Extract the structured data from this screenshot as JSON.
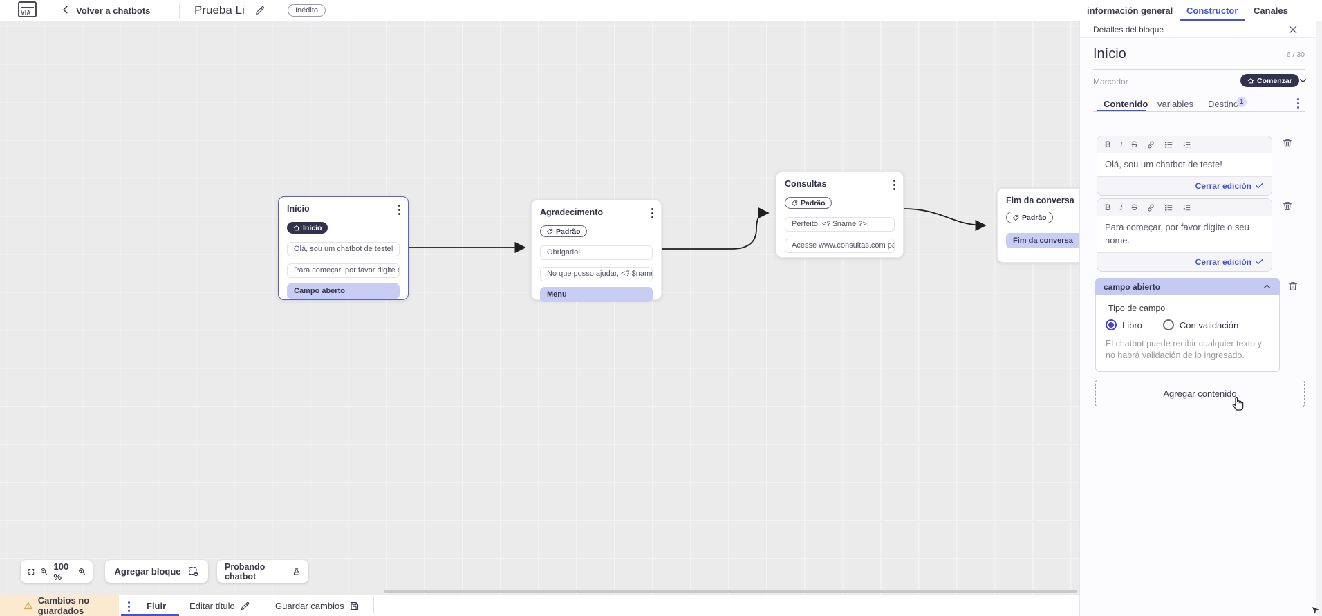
{
  "header": {
    "logo_text": "VIA",
    "back_label": "Volver a chatbots",
    "doc_title": "Prueba Li",
    "status_badge": "Inédito",
    "tabs": [
      {
        "label": "información general",
        "active": false
      },
      {
        "label": "Constructor",
        "active": true
      },
      {
        "label": "Canales",
        "active": false
      }
    ]
  },
  "panel": {
    "title_bar": "Detalles del bloque",
    "block_name": "Início",
    "name_counter": "6 / 30",
    "marcador_label": "Marcador",
    "marcador_value": "Comenzar",
    "tabs": [
      {
        "label": "Contenido",
        "active": true
      },
      {
        "label": "variables",
        "active": false
      },
      {
        "label": "Destino",
        "active": false,
        "badge": "1"
      }
    ],
    "editors": [
      {
        "text": "Olá, sou um chatbot de teste!",
        "close_label": "Cerrar edición"
      },
      {
        "text": "Para começar, por favor digite o seu nome.",
        "close_label": "Cerrar edición"
      }
    ],
    "open_field": {
      "header": "campo abierto",
      "type_label": "Tipo de campo",
      "options": [
        {
          "label": "Libro",
          "selected": true
        },
        {
          "label": "Con validación",
          "selected": false
        }
      ],
      "helper": "El chatbot puede recibir cualquier texto y no habrá validación de lo ingresado."
    },
    "add_content_label": "Agregar contenido"
  },
  "canvas": {
    "nodes": [
      {
        "title": "Início",
        "badge": "Início",
        "rows": [
          {
            "text": "Olá, sou um chatbot de teste!"
          },
          {
            "text": "Para começar, por favor digite o ..."
          },
          {
            "text": "Campo aberto"
          }
        ]
      },
      {
        "title": "Agradecimento",
        "badge": "Padrão",
        "rows": [
          {
            "text": "Obrigado!"
          },
          {
            "text": "No que posso ajudar, <? $name ..."
          },
          {
            "text": "Menu"
          }
        ]
      },
      {
        "title": "Consultas",
        "badge": "Padrão",
        "rows": [
          {
            "text": "Perfeito, <? $name ?>!"
          },
          {
            "text": "Acesse www.consultas.com par..."
          }
        ]
      },
      {
        "title": "Fim da conversa",
        "badge": "Padrão",
        "rows": [
          {
            "text": "Fim da conversa"
          }
        ]
      }
    ],
    "controls": {
      "zoom_level": "100 %",
      "add_block": "Agregar bloque",
      "test_chatbot": "Probando chatbot"
    }
  },
  "bottombar": {
    "unsaved": "Cambios no guardados",
    "flow_tab": "Fluir",
    "edit_title": "Editar título",
    "save": "Guardar cambios"
  },
  "colors": {
    "accent": "#4353d3",
    "highlight_row": "#c8cdf4",
    "dark_pill": "#32324e",
    "selected_node_border": "#5c61c9",
    "warning_bg": "#fbe9d0"
  }
}
